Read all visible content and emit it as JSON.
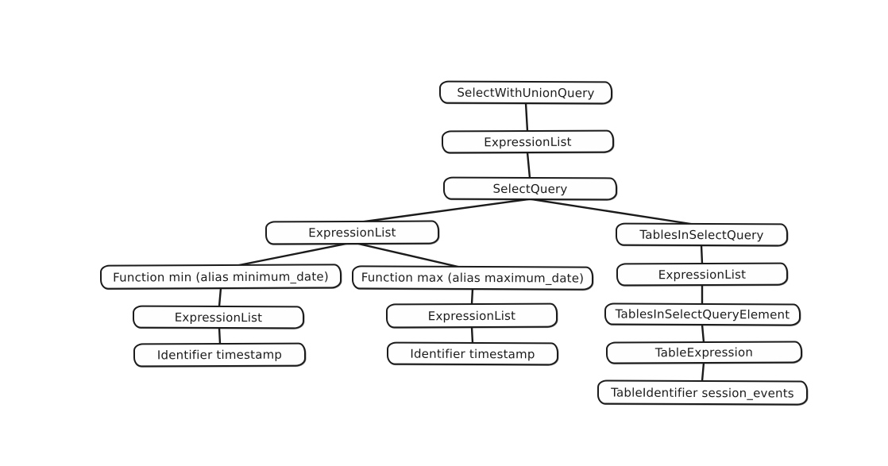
{
  "diagram": {
    "kind": "syntax-tree",
    "style": "hand-drawn",
    "colors": {
      "background": "#ffffff",
      "node_fill": "#fefefe",
      "stroke": "#1b1b1b"
    },
    "tree": {
      "nodes": [
        {
          "id": "select-with-union-query",
          "label": "SelectWithUnionQuery",
          "parent": null
        },
        {
          "id": "expression-list-root",
          "label": "ExpressionList",
          "parent": "select-with-union-query"
        },
        {
          "id": "select-query",
          "label": "SelectQuery",
          "parent": "expression-list-root"
        },
        {
          "id": "expression-list-select",
          "label": "ExpressionList",
          "parent": "select-query"
        },
        {
          "id": "tables-in-select-query",
          "label": "TablesInSelectQuery",
          "parent": "select-query"
        },
        {
          "id": "function-min",
          "label": "Function min (alias minimum_date)",
          "parent": "expression-list-select"
        },
        {
          "id": "function-max",
          "label": "Function max (alias maximum_date)",
          "parent": "expression-list-select"
        },
        {
          "id": "expression-list-tables",
          "label": "ExpressionList",
          "parent": "tables-in-select-query"
        },
        {
          "id": "expression-list-min",
          "label": "ExpressionList",
          "parent": "function-min"
        },
        {
          "id": "expression-list-max",
          "label": "ExpressionList",
          "parent": "function-max"
        },
        {
          "id": "tables-in-select-query-element",
          "label": "TablesInSelectQueryElement",
          "parent": "expression-list-tables"
        },
        {
          "id": "identifier-timestamp-min",
          "label": "Identifier timestamp",
          "parent": "expression-list-min"
        },
        {
          "id": "identifier-timestamp-max",
          "label": "Identifier timestamp",
          "parent": "expression-list-max"
        },
        {
          "id": "table-expression",
          "label": "TableExpression",
          "parent": "tables-in-select-query-element"
        },
        {
          "id": "table-identifier",
          "label": "TableIdentifier session_events",
          "parent": "table-expression"
        }
      ]
    }
  }
}
